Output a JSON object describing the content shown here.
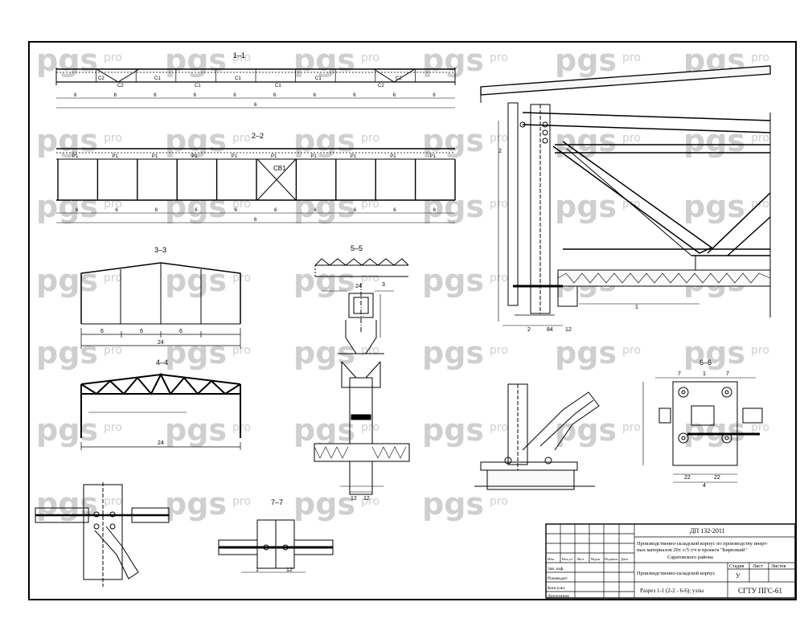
{
  "watermark": {
    "brand": "pgs",
    "suffix": "pro"
  },
  "views": {
    "s11": {
      "label": "1–1",
      "bay": "6",
      "total": "6",
      "brace_labels": [
        "C2",
        "C2",
        "C1",
        "C1",
        "C1",
        "C1",
        "C1",
        "C2",
        "C2"
      ]
    },
    "s22": {
      "label": "2–2",
      "bay": "6",
      "total": "6",
      "post_label": "P1",
      "brace": "CB1"
    },
    "s33": {
      "label": "3–3",
      "dims": [
        "6",
        "6",
        "6"
      ],
      "total": "24"
    },
    "s44": {
      "label": "4–4",
      "total": "24"
    },
    "s55": {
      "label": "5–5",
      "dims": [
        "24",
        "3",
        "12",
        "12"
      ]
    },
    "s66": {
      "label": "6–6",
      "dims": [
        "7",
        "1",
        "7",
        "22",
        "22",
        "4"
      ]
    },
    "s77": {
      "label": "7–7",
      "dims": [
        "1",
        "12"
      ]
    },
    "detail": {
      "dims": [
        "2",
        "84",
        "12",
        "1",
        "2"
      ]
    }
  },
  "title_block": {
    "code": "ДП 132-2011",
    "description_1": "Производственно-складской корпус по производству инерт-",
    "description_2": "ных материалов 20т. с/5 т/ч и проекта \"Бирюзкий\"",
    "description_3": "Саратовского района",
    "building": "Производственно-складской корпус",
    "stage_h": "Стадия",
    "sheet_h": "Лист",
    "sheets_h": "Листов",
    "stage": "У",
    "roles": [
      "Зав. каф.",
      "Руководит.",
      "Консульт.",
      "Дипломник"
    ],
    "cols": [
      "Изм.",
      "Кол.уч",
      "Лист",
      "№док",
      "Подпись",
      "Дата"
    ],
    "sheet_title": "Разрез 1-1 (2-2 - 6-6); узлы",
    "org": "СГТУ ПГС-61"
  }
}
